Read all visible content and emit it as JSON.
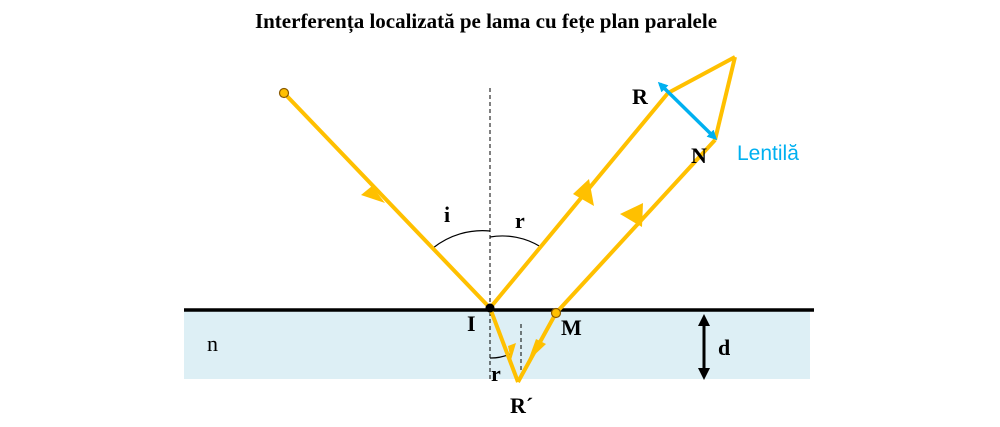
{
  "title": "Interferența localizată pe lama cu fețe plan paralele",
  "labels": {
    "angle_i": "i",
    "angle_r": "r",
    "angle_r_prime": "r",
    "point_R": "R",
    "point_N": "N",
    "point_I": "I",
    "point_M": "M",
    "point_R_prime": "R´",
    "medium_n": "n",
    "thickness_d": "d",
    "lens": "Lentilă"
  },
  "colors": {
    "ray": "#FFC000",
    "slab": "#DDEFF5",
    "lens": "#00B0F0",
    "line": "#000000",
    "point_fill": "#FFC000",
    "point_stroke": "#8A5A00"
  }
}
